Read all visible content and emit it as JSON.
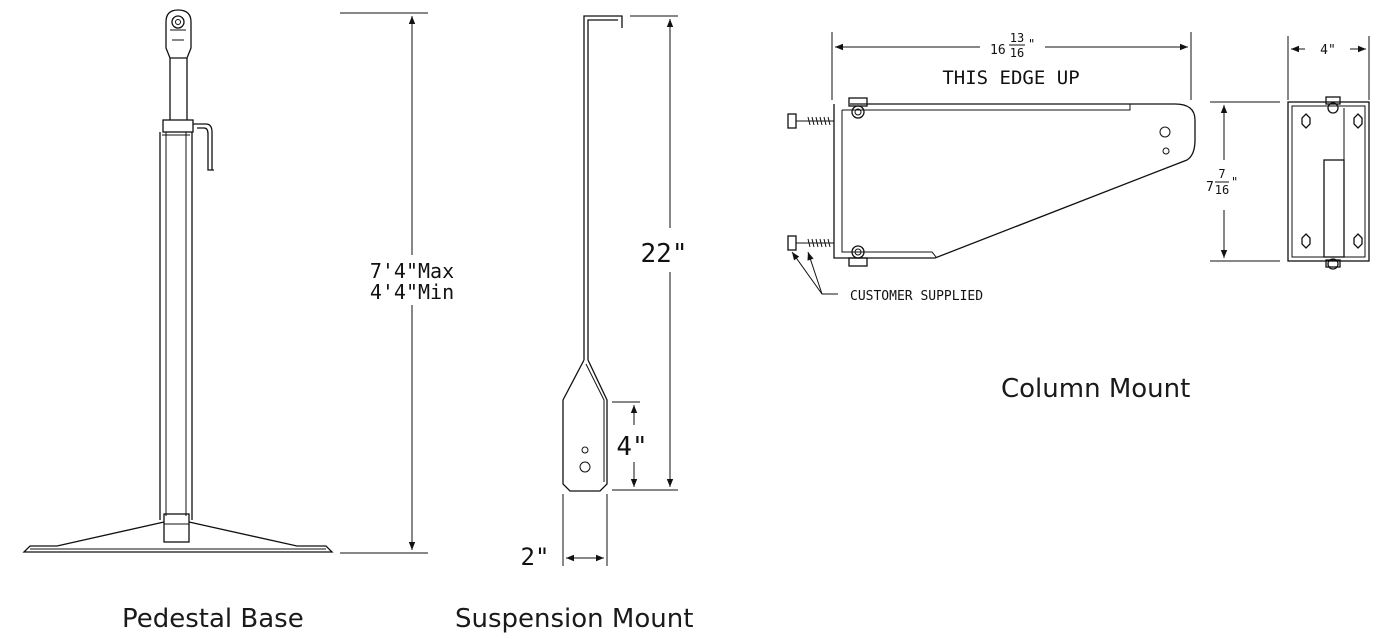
{
  "figures": {
    "pedestal": {
      "caption": "Pedestal Base",
      "dim_max": "7'4\"Max",
      "dim_min": "4'4\"Min"
    },
    "suspension": {
      "caption": "Suspension Mount",
      "dim_length": "22\"",
      "dim_plate": "4\"",
      "dim_width": "2\""
    },
    "column": {
      "caption": "Column Mount",
      "dim_width_whole": "16",
      "dim_width_num": "13",
      "dim_width_den": "16",
      "dim_width_unit": "\"",
      "edge_label": "THIS EDGE UP",
      "dim_height_whole": "7",
      "dim_height_num": "7",
      "dim_height_den": "16",
      "dim_height_unit": "\"",
      "dim_side": "4\"",
      "note": "CUSTOMER SUPPLIED"
    }
  }
}
